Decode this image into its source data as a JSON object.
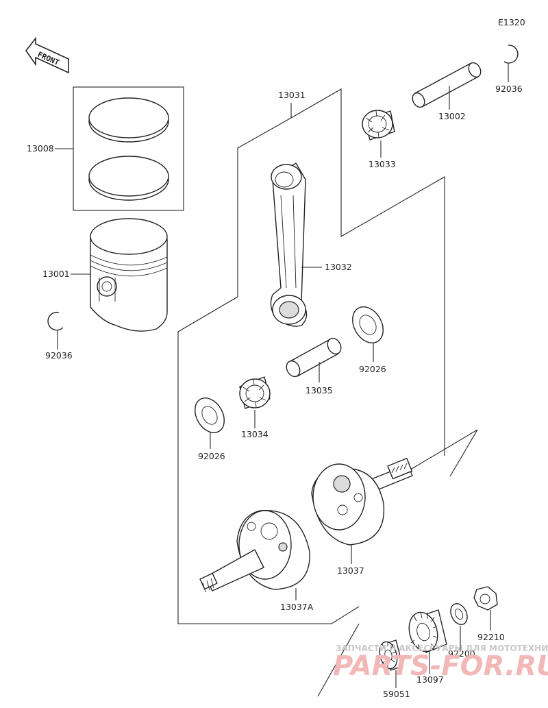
{
  "diagram": {
    "code": "E1320",
    "front_label": "FRONT",
    "parts": [
      {
        "id": "13008",
        "name": "piston-rings"
      },
      {
        "id": "13001",
        "name": "piston"
      },
      {
        "id": "92036",
        "name": "circlip-left"
      },
      {
        "id": "92036",
        "name": "circlip-right"
      },
      {
        "id": "13031",
        "name": "connecting-rod-assembly"
      },
      {
        "id": "13002",
        "name": "piston-pin"
      },
      {
        "id": "13033",
        "name": "small-end-bearing"
      },
      {
        "id": "13032",
        "name": "connecting-rod"
      },
      {
        "id": "92026",
        "name": "thrust-washer-right"
      },
      {
        "id": "13035",
        "name": "crank-pin"
      },
      {
        "id": "92026",
        "name": "thrust-washer-left"
      },
      {
        "id": "13034",
        "name": "big-end-bearing"
      },
      {
        "id": "13037",
        "name": "crank-half-right"
      },
      {
        "id": "13037A",
        "name": "crank-half-left"
      },
      {
        "id": "92210",
        "name": "nut"
      },
      {
        "id": "92200",
        "name": "washer"
      },
      {
        "id": "13097",
        "name": "primary-gear"
      },
      {
        "id": "59051",
        "name": "pump-gear"
      }
    ]
  },
  "watermark": {
    "line1": "ЗАПЧАСТИ И АКСЕССУАРЫ ДЛЯ МОТОТЕХНИКИ",
    "line2": "PARTS-FOR.RU"
  }
}
